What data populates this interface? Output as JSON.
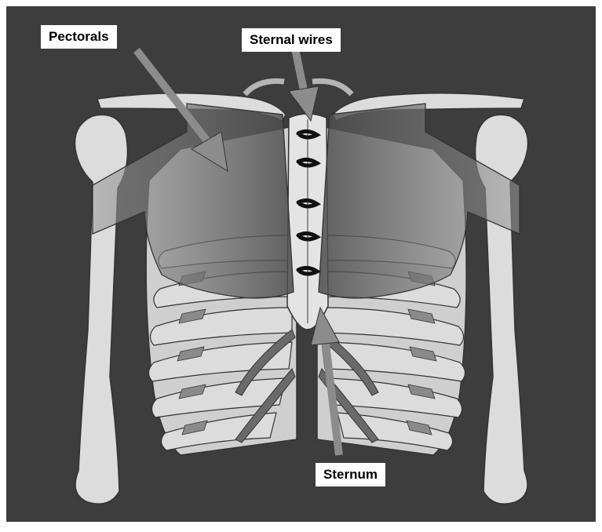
{
  "labels": {
    "pectorals": "Pectorals",
    "sternal_wires": "Sternal wires",
    "sternum": "Sternum"
  },
  "colors": {
    "background": "#3d3d3d",
    "bone": "#dcdcdc",
    "muscle": "#7a7a7a",
    "arrow": "#8c8c8c",
    "wire": "#111111"
  }
}
